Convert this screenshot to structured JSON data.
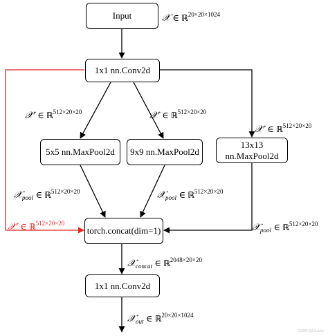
{
  "nodes": {
    "input": "Input",
    "conv_in": "1x1 nn.Conv2d",
    "pool5": "5x5 nn.MaxPool2d",
    "pool9": "9x9 nn.MaxPool2d",
    "pool13_line1": "13x13",
    "pool13_line2": "nn.MaxPool2d",
    "concat": "torch.concat(dim=1)",
    "conv_out": "1x1 nn.Conv2d"
  },
  "labels": {
    "input": {
      "symbol": "𝒳",
      "sub": "",
      "prime": "",
      "sup": "20×20×1024"
    },
    "conv_left": {
      "symbol": "𝒳",
      "sub": "",
      "prime": "′",
      "sup": "512×20×20"
    },
    "conv_mid": {
      "symbol": "𝒳",
      "sub": "",
      "prime": "′",
      "sup": "512×20×20"
    },
    "conv_right": {
      "symbol": "𝒳",
      "sub": "",
      "prime": "′",
      "sup": "512×20×20"
    },
    "pool5_out": {
      "symbol": "𝒳",
      "sub": "pool",
      "prime": "",
      "sup": "512×20×20"
    },
    "pool9_out": {
      "symbol": "𝒳",
      "sub": "pool",
      "prime": "",
      "sup": "512×20×20"
    },
    "pool13_out": {
      "symbol": "𝒳",
      "sub": "pool",
      "prime": "",
      "sup": "512×20×20"
    },
    "skip": {
      "symbol": "𝒳",
      "sub": "",
      "prime": "′",
      "sup": "512×20×20"
    },
    "concat_out": {
      "symbol": "𝒳",
      "sub": "concat",
      "prime": "",
      "sup": "2048×20×20"
    },
    "output": {
      "symbol": "𝒳",
      "sub": "out",
      "prime": "",
      "sup": "20×20×1024"
    }
  },
  "common": {
    "in_symbol": "∈",
    "real_symbol": "ℝ"
  },
  "colors": {
    "line": "#000000",
    "skip": "#e32626",
    "watermark": "#c8c8c8"
  },
  "watermark": "CSDN @LiLucky"
}
